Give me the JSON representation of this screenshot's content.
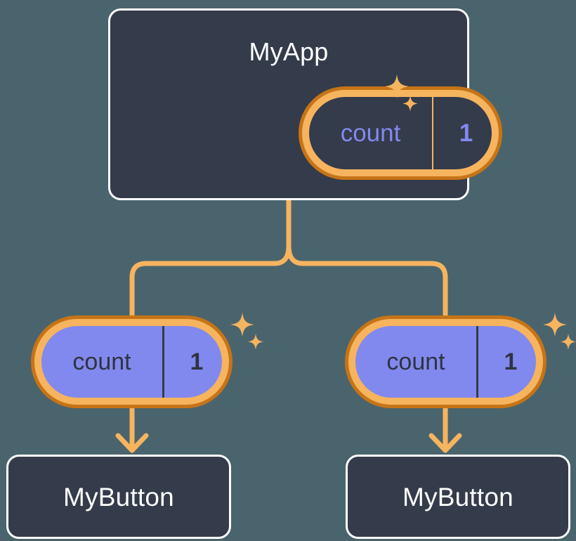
{
  "diagram": {
    "title_node": "MyApp",
    "background_color": "#4a646d",
    "card_color": "#343b4a",
    "card_border_color": "#ffffff",
    "accent_orange_light": "#f6b45f",
    "accent_orange_dark": "#c67417",
    "accent_purple": "#8289ee",
    "text_dark": "#2e3440"
  },
  "app_card": {
    "title": "MyApp",
    "state_pill": {
      "key": "count",
      "value": "1",
      "style": "dark-fill"
    },
    "sparkle_icon": "sparkles-icon"
  },
  "children": [
    {
      "state_pill": {
        "key": "count",
        "value": "1",
        "style": "purple-fill"
      },
      "sparkle_icon": "sparkles-icon",
      "card_title": "MyButton"
    },
    {
      "state_pill": {
        "key": "count",
        "value": "1",
        "style": "purple-fill"
      },
      "sparkle_icon": "sparkles-icon",
      "card_title": "MyButton"
    }
  ],
  "connectors": {
    "type": "tree-branch",
    "arrow_icon": "arrow-down-icon",
    "color": "#f6b45f"
  }
}
